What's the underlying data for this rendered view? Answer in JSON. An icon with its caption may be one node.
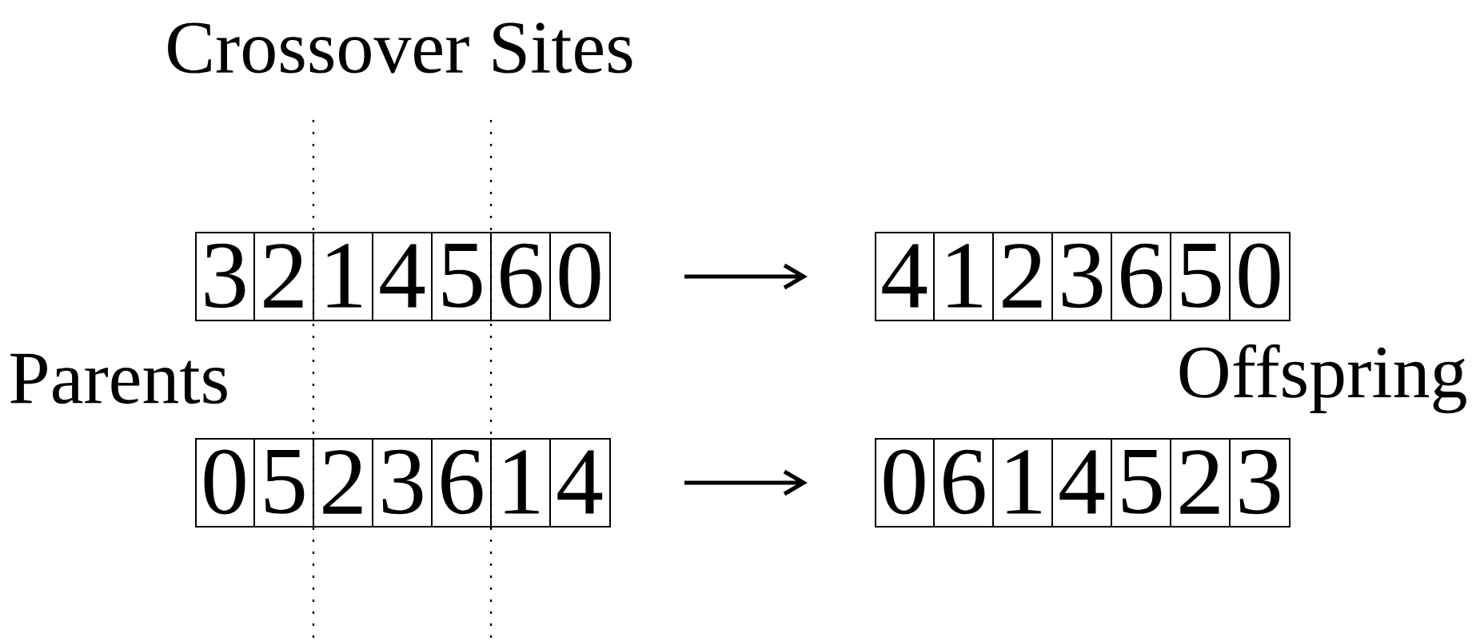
{
  "diagram": {
    "nodes": [
      {
        "text": [
          "3",
          "2",
          "1",
          "4",
          "5",
          "6",
          "0"
        ]
      },
      {
        "text": [
          "4",
          "1",
          "2",
          "3",
          "6",
          "5",
          "0"
        ]
      },
      {
        "text": [
          "0",
          "5",
          "2",
          "3",
          "6",
          "1",
          "4"
        ]
      },
      {
        "text": [
          "0",
          "6",
          "1",
          "4",
          "5",
          "2",
          "3"
        ]
      }
    ],
    "edges": [
      {
        "from": 0,
        "to": 1,
        "arrow": "to"
      },
      {
        "from": 2,
        "to": 3,
        "arrow": "to"
      }
    ],
    "labels": [
      "Crossover Sites",
      "Parents",
      "Offspring"
    ]
  }
}
